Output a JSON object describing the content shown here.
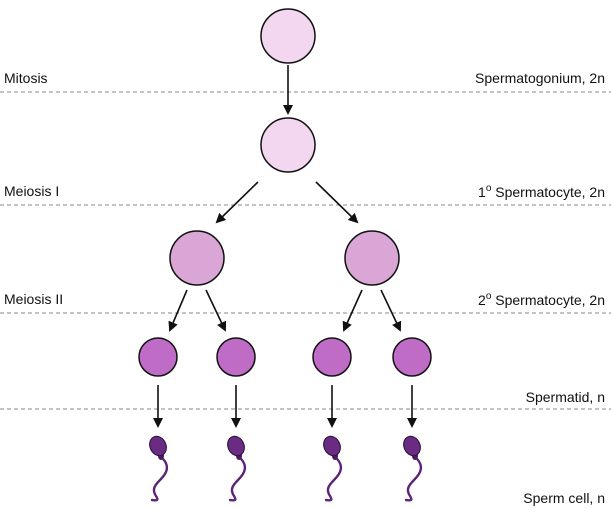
{
  "stages": {
    "mitosis": "Mitosis",
    "meiosis_1": "Meiosis I",
    "meiosis_2": "Meiosis II"
  },
  "cells": {
    "spermatogonium": "Spermatogonium, 2n",
    "primary_spermatocyte": {
      "prefix": "1",
      "degree": "o",
      "text": " Spermatocyte, 2n"
    },
    "secondary_spermatocyte": {
      "prefix": "2",
      "degree": "o",
      "text": " Spermatocyte, 2n"
    },
    "spermatid": "Spermatid, n",
    "sperm_cell": "Sperm cell, n"
  },
  "colors": {
    "spermatogonium_fill": "#f3d6ef",
    "primary_fill": "#f3d6ef",
    "secondary_fill": "#d9a6d6",
    "spermatid_fill": "#bf6cc7",
    "sperm_head": "#6a2c82",
    "sperm_tail": "#5c2478",
    "outline": "#111111",
    "divider": "#888888"
  }
}
